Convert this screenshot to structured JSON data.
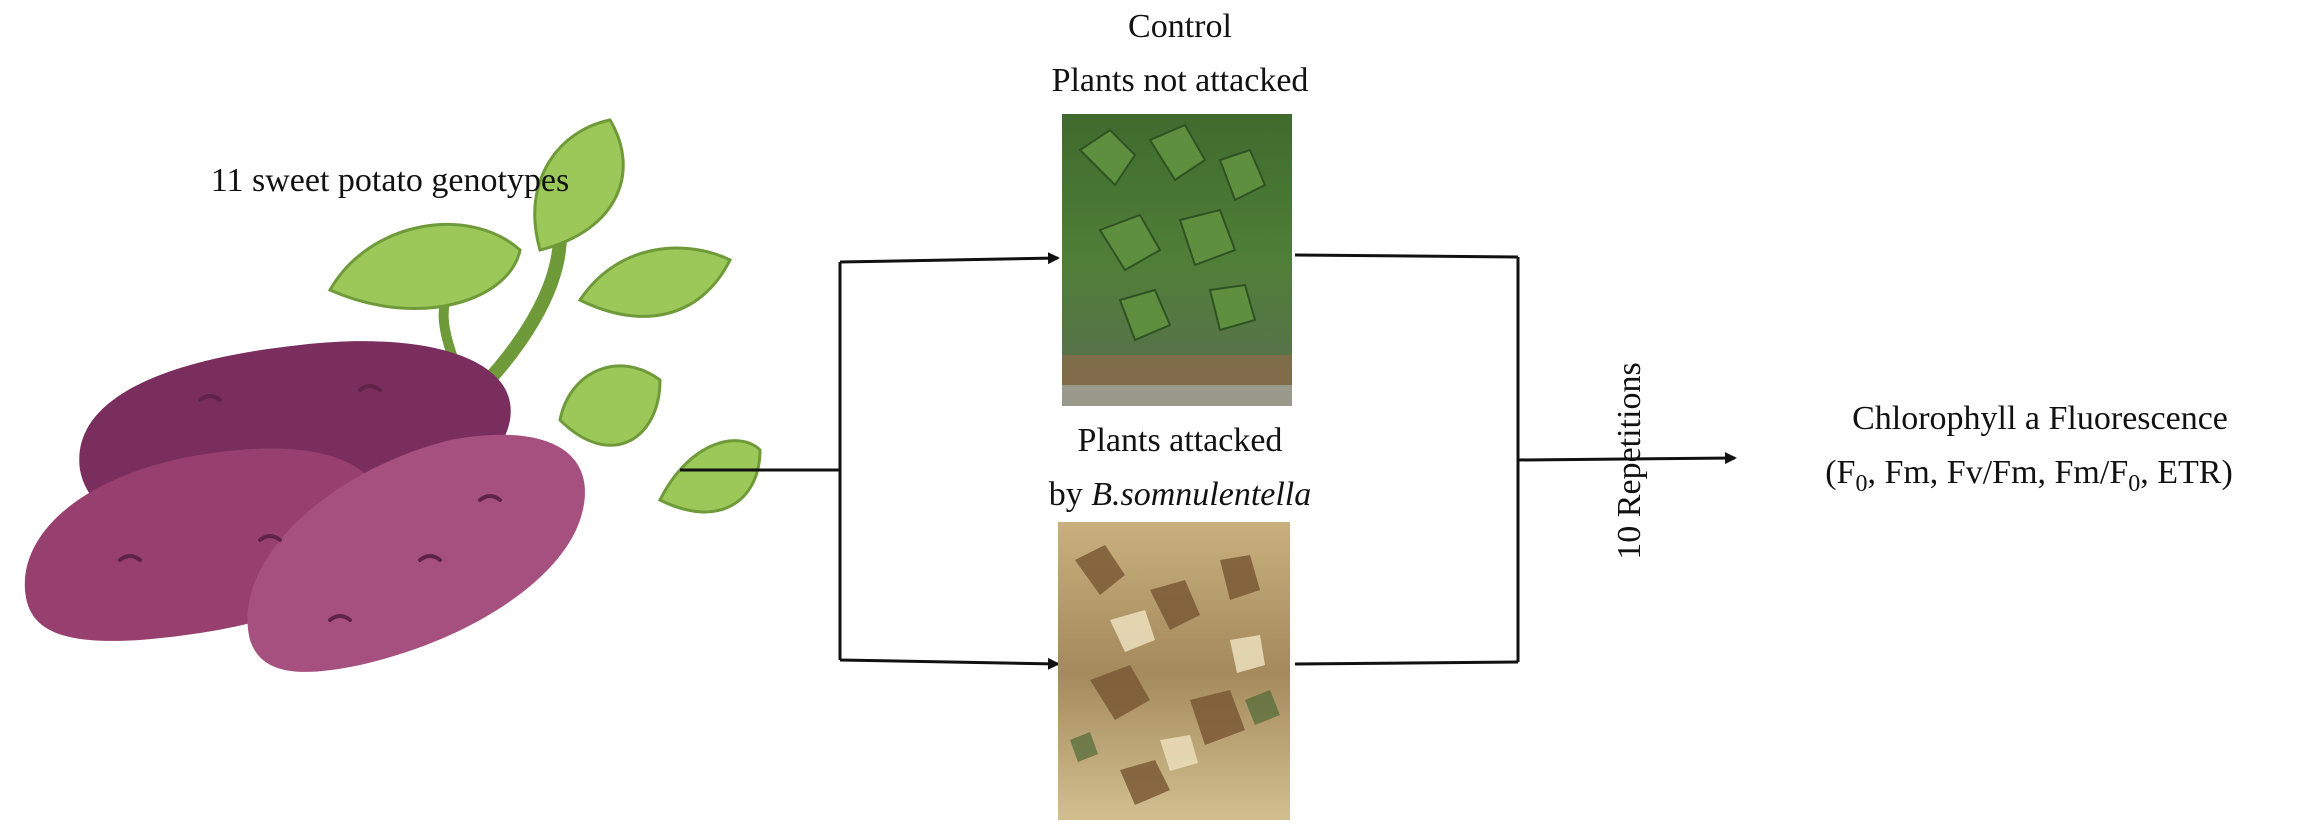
{
  "genotypes_label": "11 sweet potato genotypes",
  "control": {
    "title": "Control",
    "subtitle": "Plants not attacked"
  },
  "attacked": {
    "line1": "Plants attacked",
    "line2_prefix": "by ",
    "line2_species": "B.somnulentella"
  },
  "repetitions_label": "10 Repetitions",
  "result": {
    "title": "Chlorophyll a Fluorescence",
    "params_open": "(",
    "f0_a": "F",
    "f0_a_sub": "0",
    "params_mid": ", Fm, Fv/Fm, Fm/F",
    "f0_b_sub": "0",
    "params_close": ", ETR)"
  },
  "colors": {
    "potato_dark": "#7a2e5e",
    "potato_mid": "#97406f",
    "potato_light": "#a5507e",
    "leaf": "#9cc85a",
    "leaf_dark": "#6f9a3a",
    "line": "#111111"
  }
}
